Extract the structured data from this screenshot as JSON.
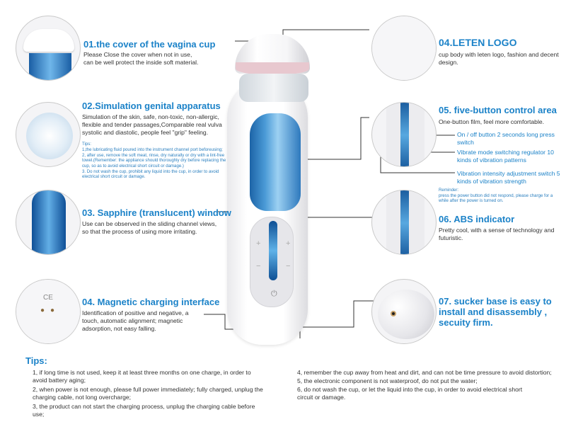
{
  "features": {
    "f01": {
      "title": "01.the cover of the vagina cup",
      "desc": "Please Close the cover when not in use, can be well protect the inside soft material."
    },
    "f02": {
      "title": "02.Simulation genital apparatus",
      "desc": "Simulation of the skin, safe, non-toxic, non-allergic, flexible and tender passages,Comparable real vulva systolic and diastolic, people feel \"grip\" feeling.",
      "tips_title": "Tips:",
      "tips_1": "1,the lubricating fluid poured into the instrument channel port beforeusing;",
      "tips_2": "2, after use, remove the soft meat, rinse, dry naturally or dry with a lint-free towel.(Remember: the appliance should thoroughly dry before replacing the cup, so as to avoid electrical short circuit or damage.)",
      "tips_3": "3. Do not wash the cup, prohibit any liquid into the cup, in order to avoid electrical short circuit or damage."
    },
    "f03": {
      "title": "03. Sapphire (translucent) window",
      "desc": "Use can be observed in the sliding channel views, so that the process of using more irritating."
    },
    "f04": {
      "title": "04. Magnetic charging interface",
      "desc": "Identification of positive and negative, a touch, automatic alignment; magnetic adsorption, not easy falling."
    },
    "l04": {
      "title": "04.LETEN LOGO",
      "desc": "cup body with leten logo, fashion and decent design."
    },
    "f05": {
      "title": "05. five-button control area",
      "desc": "One-button film, feel more comfortable.",
      "b1": "On / off button 2 seconds long press switch",
      "b2": "Vibrate mode switching regulator 10 kinds of vibration patterns",
      "b3": "Vibration intensity adjustment switch 5 kinds of vibration strength",
      "reminder_title": "Reminder:",
      "reminder": "press the power button did not respond, please charge for a while after the power is turned on."
    },
    "f06": {
      "title": "06. ABS indicator",
      "desc": "Pretty cool, with a sense of technology and futuristic."
    },
    "f07": {
      "title": "07. sucker base is easy to install and disassembly , secuity firm."
    }
  },
  "tips": {
    "title": "Tips:",
    "t1": "1, if long time is not used, keep it at least three months on one charge, in order to avoid battery aging;",
    "t2": "2, when power is not enough, please full power immediately; fully charged, unplug the charging cable, not long overcharge;",
    "t3": "3, the product can not start the charging process, unplug the charging cable before use;",
    "t4": "4, remember the cup away from heat and dirt, and can not be time pressure to avoid distortion;",
    "t5": "5, the electronic component is not waterproof, do not put the water;",
    "t6": "6, do not wash the cup, or let the liquid into the cup, in order to avoid electrical short circuit or damage."
  },
  "device": {
    "mark_plus": "+",
    "mark_minus": "−",
    "mark_power": "⏻",
    "charge_label": "CE"
  },
  "colors": {
    "accent": "#1b82c8"
  }
}
